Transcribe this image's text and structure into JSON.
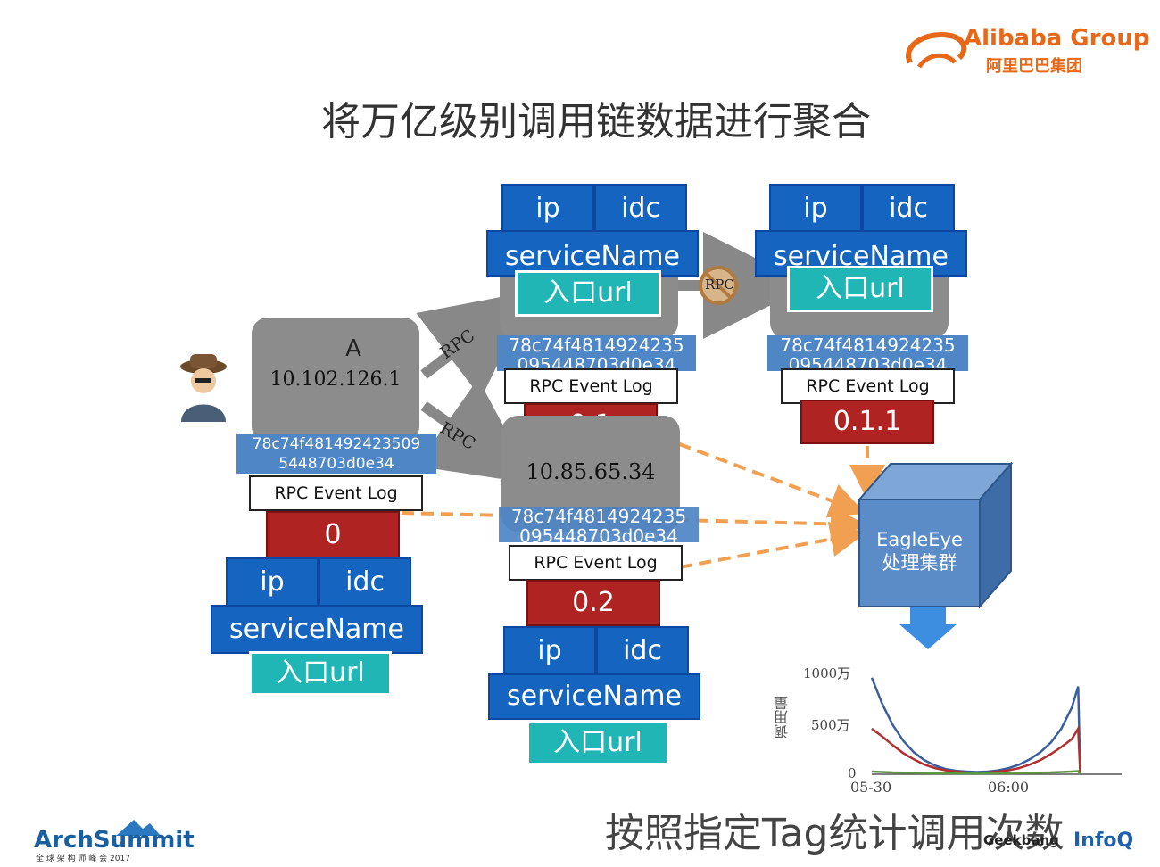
{
  "title": "将万亿级别调用链数据进行聚合",
  "subtitle": "按照指定Tag统计调用次数",
  "logos": {
    "alibaba": "Alibaba Group",
    "alibaba_cn": "阿里巴巴集团",
    "archsummit": "ArchSummit",
    "archsummit_sub": "全 球 架 构 师 峰 会 2017",
    "geekbang": "Geekbang",
    "infoq": "InfoQ"
  },
  "nodes": {
    "a": {
      "name": "A",
      "ip": "10.102.126.1",
      "trace_line1": "78c74f481492423509",
      "trace_line2": "5448703d0e34",
      "event_log": "RPC Event Log",
      "rpc_id": "0"
    },
    "n01": {
      "trace_line1": "78c74f4814924235",
      "trace_line2": "095448703d0e34",
      "event_log": "RPC Event Log",
      "rpc_id": "0.1"
    },
    "n011": {
      "trace_line1": "78c74f4814924235",
      "trace_line2": "095448703d0e34",
      "event_log": "RPC Event Log",
      "rpc_id": "0.1.1"
    },
    "n02": {
      "ip": "10.85.65.34",
      "trace_line1": "78c74f4814924235",
      "trace_line2": "095448703d0e34",
      "event_log": "RPC Event Log",
      "rpc_id": "0.2"
    }
  },
  "fields": {
    "ip": "ip",
    "idc": "idc",
    "service": "serviceName",
    "url": "入口url"
  },
  "rpc_label": "RPC",
  "eagleeye": {
    "line1": "EagleEye",
    "line2": "处理集群"
  },
  "colors": {
    "blue": "#1565c0",
    "teal": "#20b6b6",
    "red": "#b02323",
    "lightblue": "#4f86c6",
    "orange": "#f0a050"
  },
  "chart_data": {
    "type": "line",
    "ylabel": "调用量",
    "yticks": [
      "1000万",
      "500万",
      "0"
    ],
    "xticks": [
      "05-30",
      "06:00"
    ],
    "ylim": [
      0,
      1200
    ],
    "x": [
      0,
      5,
      10,
      15,
      20,
      25,
      30,
      35,
      40,
      45,
      50,
      55,
      60,
      65,
      70,
      75,
      80,
      85,
      90,
      95,
      98,
      99
    ],
    "series": [
      {
        "values": [
          1100,
          800,
          560,
          380,
          250,
          160,
          100,
          60,
          40,
          30,
          25,
          30,
          45,
          70,
          110,
          170,
          250,
          360,
          520,
          760,
          1000,
          0
        ],
        "color": "#3a5fa0"
      },
      {
        "values": [
          520,
          430,
          330,
          240,
          170,
          110,
          70,
          45,
          30,
          20,
          18,
          20,
          30,
          45,
          70,
          110,
          160,
          230,
          310,
          400,
          520,
          0
        ],
        "color": "#b03030"
      },
      {
        "values": [
          30,
          25,
          20,
          18,
          16,
          14,
          12,
          11,
          10,
          10,
          10,
          10,
          11,
          12,
          14,
          16,
          18,
          20,
          25,
          30,
          35,
          0
        ],
        "color": "#5a9a3a"
      }
    ],
    "grid": false
  }
}
